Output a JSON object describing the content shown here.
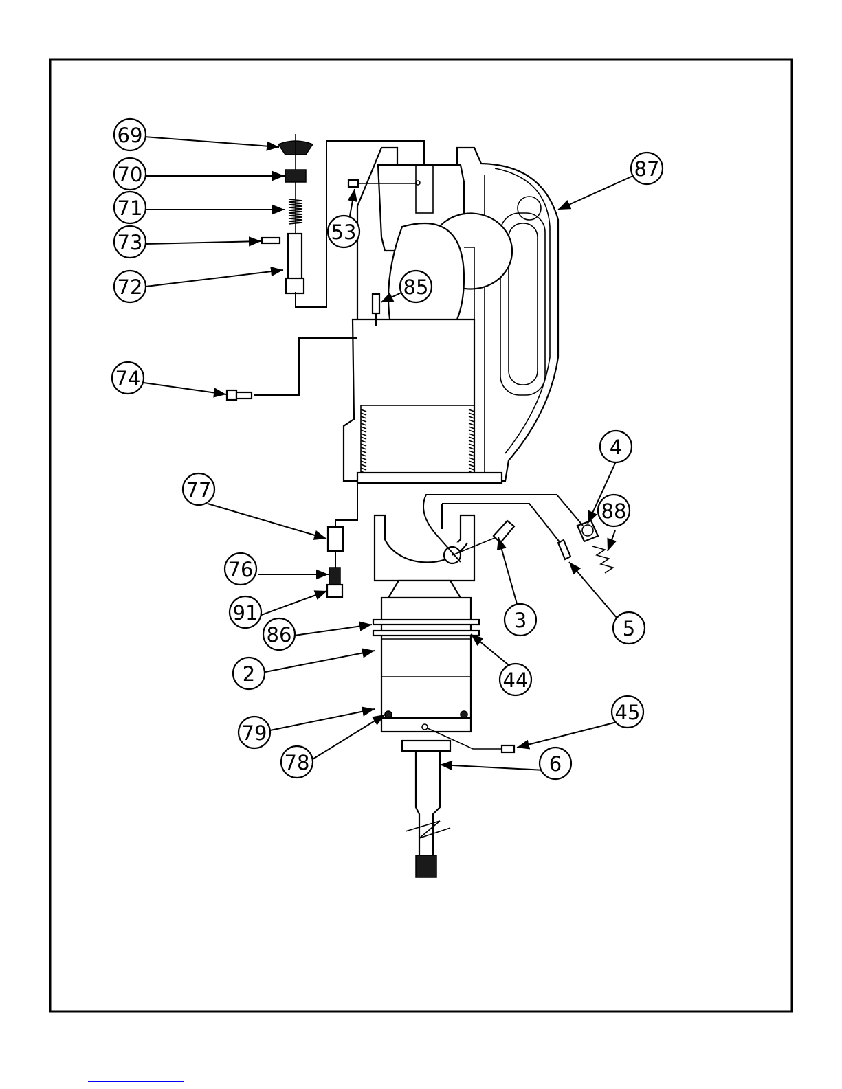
{
  "diagram": {
    "callouts": [
      {
        "id": "69",
        "label": "69"
      },
      {
        "id": "70",
        "label": "70"
      },
      {
        "id": "71",
        "label": "71"
      },
      {
        "id": "73",
        "label": "73"
      },
      {
        "id": "72",
        "label": "72"
      },
      {
        "id": "53",
        "label": "53"
      },
      {
        "id": "85",
        "label": "85"
      },
      {
        "id": "87",
        "label": "87"
      },
      {
        "id": "74",
        "label": "74"
      },
      {
        "id": "4",
        "label": "4"
      },
      {
        "id": "88",
        "label": "88"
      },
      {
        "id": "77",
        "label": "77"
      },
      {
        "id": "76",
        "label": "76"
      },
      {
        "id": "91",
        "label": "91"
      },
      {
        "id": "3",
        "label": "3"
      },
      {
        "id": "5",
        "label": "5"
      },
      {
        "id": "86",
        "label": "86"
      },
      {
        "id": "2",
        "label": "2"
      },
      {
        "id": "44",
        "label": "44"
      },
      {
        "id": "79",
        "label": "79"
      },
      {
        "id": "45",
        "label": "45"
      },
      {
        "id": "78",
        "label": "78"
      },
      {
        "id": "6",
        "label": "6"
      }
    ]
  },
  "colors": {
    "line": "#000000",
    "background": "#ffffff",
    "link": "#0000ee"
  }
}
